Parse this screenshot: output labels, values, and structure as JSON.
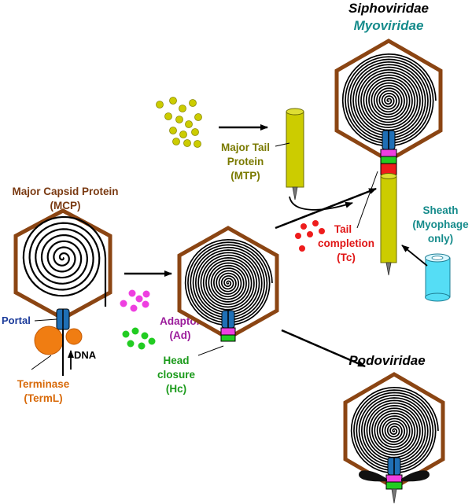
{
  "families": {
    "siphoviridae": "Siphoviridae",
    "myoviridae": "Myoviridae",
    "podoviridae": "Podoviridae"
  },
  "labels": {
    "mcp_line1": "Major Capsid Protein",
    "mcp_line2": "(MCP)",
    "portal": "Portal",
    "dna": "DNA",
    "terminase_line1": "Terminase",
    "terminase_line2": "(TermL)",
    "adaptor_line1": "Adaptor",
    "adaptor_line2": "(Ad)",
    "head_closure_line1": "Head",
    "head_closure_line2": "closure",
    "head_closure_line3": "(Hc)",
    "mtp_line1": "Major Tail",
    "mtp_line2": "Protein",
    "mtp_line3": "(MTP)",
    "tail_completion_line1": "Tail",
    "tail_completion_line2": "completion",
    "tail_completion_line3": "(Tc)",
    "sheath_line1": "Sheath",
    "sheath_line2": "(Myophage",
    "sheath_line3": "only)"
  },
  "colors": {
    "capsid_outline": "#8b4513",
    "spiral": "#000000",
    "portal": "#1f6fb5",
    "portal_label": "#1a3a9a",
    "terminase": "#f07d12",
    "terminase_label": "#d86a0a",
    "adaptor": "#ee3fe0",
    "adaptor_label": "#9b1c9b",
    "head_closure": "#22cc22",
    "head_closure_label": "#1a9a1a",
    "mtp": "#cccc00",
    "mtp_label": "#7a7a00",
    "tail_completion": "#ee1c1c",
    "sheath": "#55ddf5",
    "sheath_label": "#158b8b",
    "myoviridae_label": "#158b8b",
    "mcp_label": "#7a3a12",
    "arrow": "#000000"
  }
}
